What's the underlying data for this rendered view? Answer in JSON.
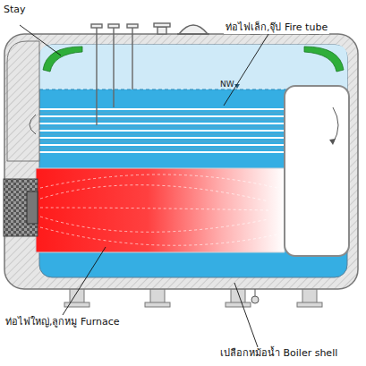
{
  "diagram": {
    "labels": [
      "Stay",
      "ท่อไฟเล็ก,จุ๊ป Fire tube",
      "NW",
      "ท่อไฟใหญ่,ลูกหมู Furnace",
      "เปลือกหม้อน้ำ Boiler shell"
    ]
  }
}
